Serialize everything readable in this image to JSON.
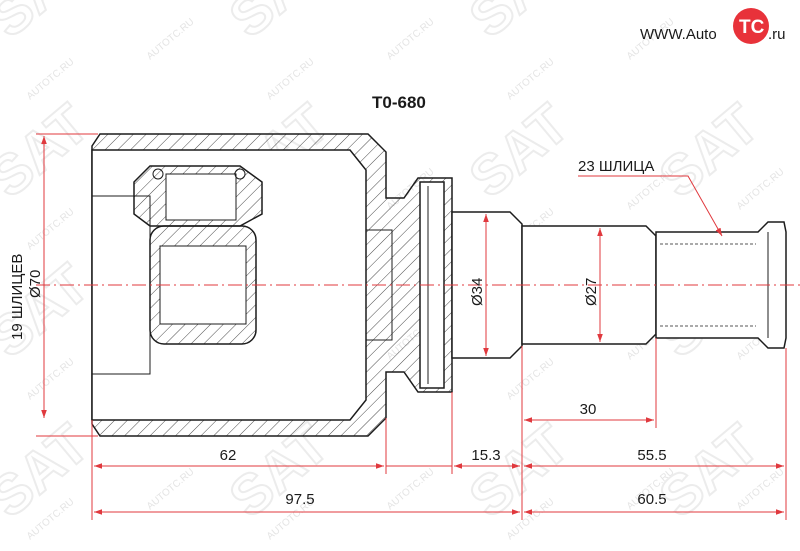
{
  "header": {
    "part_number": "T0-680",
    "logo": {
      "prefix": "WWW.Auto",
      "badge": "TC",
      "suffix": ".ru",
      "badge_color": "#e8323a"
    }
  },
  "watermark": {
    "site_text": "AUTOTC.RU",
    "brand_text": "SAT",
    "color": "#e6e6e6"
  },
  "dimensions": {
    "left_spline_label": "19 ШЛИЦЕВ",
    "outer_diameter": "Ø70",
    "shaft_diameter_1": "Ø34",
    "shaft_diameter_2": "Ø27",
    "right_spline_label": "23 ШЛИЦА",
    "housing_length": "62",
    "collar_length": "15.3",
    "shaft_length": "55.5",
    "spline_length": "30",
    "total_length": "97.5",
    "shaft_total_length": "60.5"
  },
  "colors": {
    "outline": "#1c1c1c",
    "dimension_line": "#e0393e",
    "hatch": "#1c1c1c"
  }
}
